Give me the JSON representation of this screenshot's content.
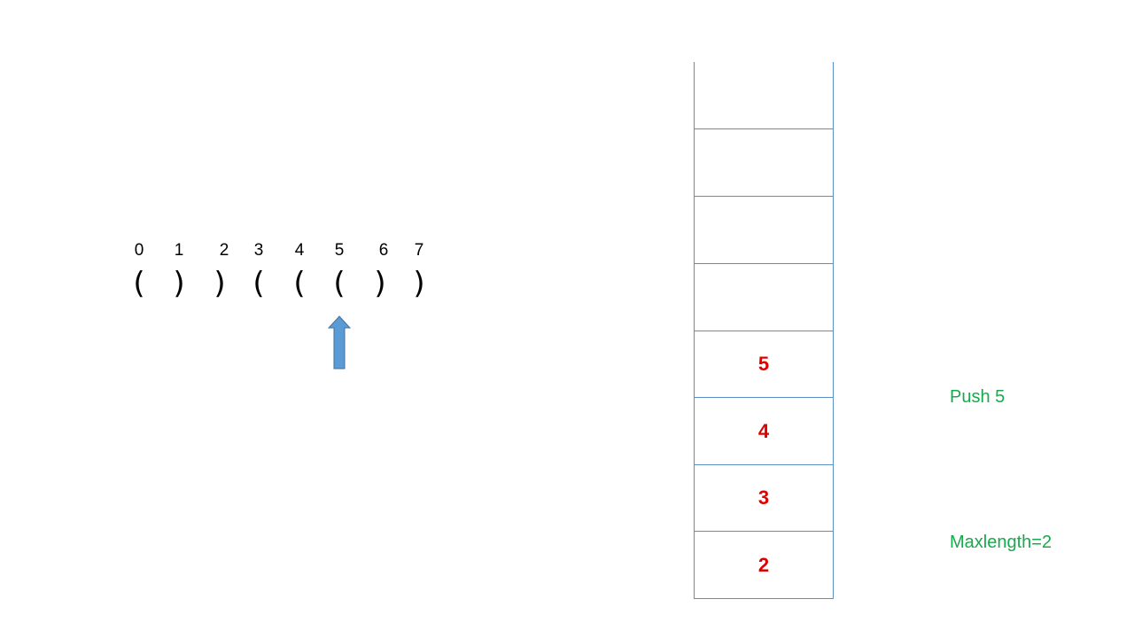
{
  "indices": [
    "0",
    "1",
    "2",
    "3",
    "4",
    "5",
    "6",
    "7"
  ],
  "characters": [
    "(",
    ")",
    ")",
    "(",
    "(",
    "(",
    ")",
    ")"
  ],
  "pointer": {
    "index": 5,
    "icon": "up-arrow-icon",
    "color": "#5b9bd5"
  },
  "stack": {
    "cells": [
      "",
      "",
      "",
      "",
      "5",
      "4",
      "3",
      "2"
    ],
    "value_color": "#e00000",
    "border_color": "#5b8fc7"
  },
  "notes": {
    "action": "Push 5",
    "maxlength": "Maxlength=2",
    "color": "#17a94b"
  }
}
